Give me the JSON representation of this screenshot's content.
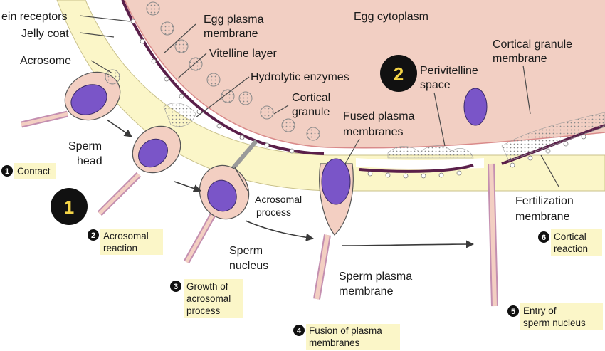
{
  "labels": {
    "protein_receptors": "ein receptors",
    "jelly_coat": "Jelly coat",
    "acrosome": "Acrosome",
    "egg_plasma_membrane_1": "Egg plasma",
    "egg_plasma_membrane_2": "membrane",
    "vitelline_layer": "Vitelline layer",
    "hydrolytic_enzymes": "Hydrolytic enzymes",
    "cortical_granule_1": "Cortical",
    "cortical_granule_2": "granule",
    "egg_cytoplasm": "Egg cytoplasm",
    "perivitelline_1": "Perivitelline",
    "perivitelline_2": "space",
    "cortical_granule_membrane_1": "Cortical granule",
    "cortical_granule_membrane_2": "membrane",
    "fused_plasma_1": "Fused plasma",
    "fused_plasma_2": "membranes",
    "sperm_head_1": "Sperm",
    "sperm_head_2": "head",
    "acrosomal_process_1": "Acrosomal",
    "acrosomal_process_2": "process",
    "sperm_nucleus_1": "Sperm",
    "sperm_nucleus_2": "nucleus",
    "sperm_plasma_1": "Sperm plasma",
    "sperm_plasma_2": "membrane",
    "fertilization_membrane_1": "Fertilization",
    "fertilization_membrane_2": "membrane"
  },
  "phase_markers": [
    "1",
    "2"
  ],
  "steps": [
    {
      "num": "1",
      "line1": "Contact",
      "line2": "",
      "line3": ""
    },
    {
      "num": "2",
      "line1": "Acrosomal",
      "line2": "reaction",
      "line3": ""
    },
    {
      "num": "3",
      "line1": "Growth of",
      "line2": "acrosomal",
      "line3": "process"
    },
    {
      "num": "4",
      "line1": "Fusion of plasma",
      "line2": "membranes",
      "line3": ""
    },
    {
      "num": "5",
      "line1": "Entry of",
      "line2": "sperm nucleus",
      "line3": ""
    },
    {
      "num": "6",
      "line1": "Cortical",
      "line2": "reaction",
      "line3": ""
    }
  ],
  "colors": {
    "egg_cytoplasm": "#f2cfc3",
    "jelly_coat": "#fbf6c8",
    "vitelline_layer": "#5a1f4a",
    "sperm_body": "#f3cfc2",
    "sperm_nucleus": "#7a55c8",
    "step_box": "#fbf6c8",
    "marker": "#111111",
    "marker_text": "#f5d547"
  }
}
